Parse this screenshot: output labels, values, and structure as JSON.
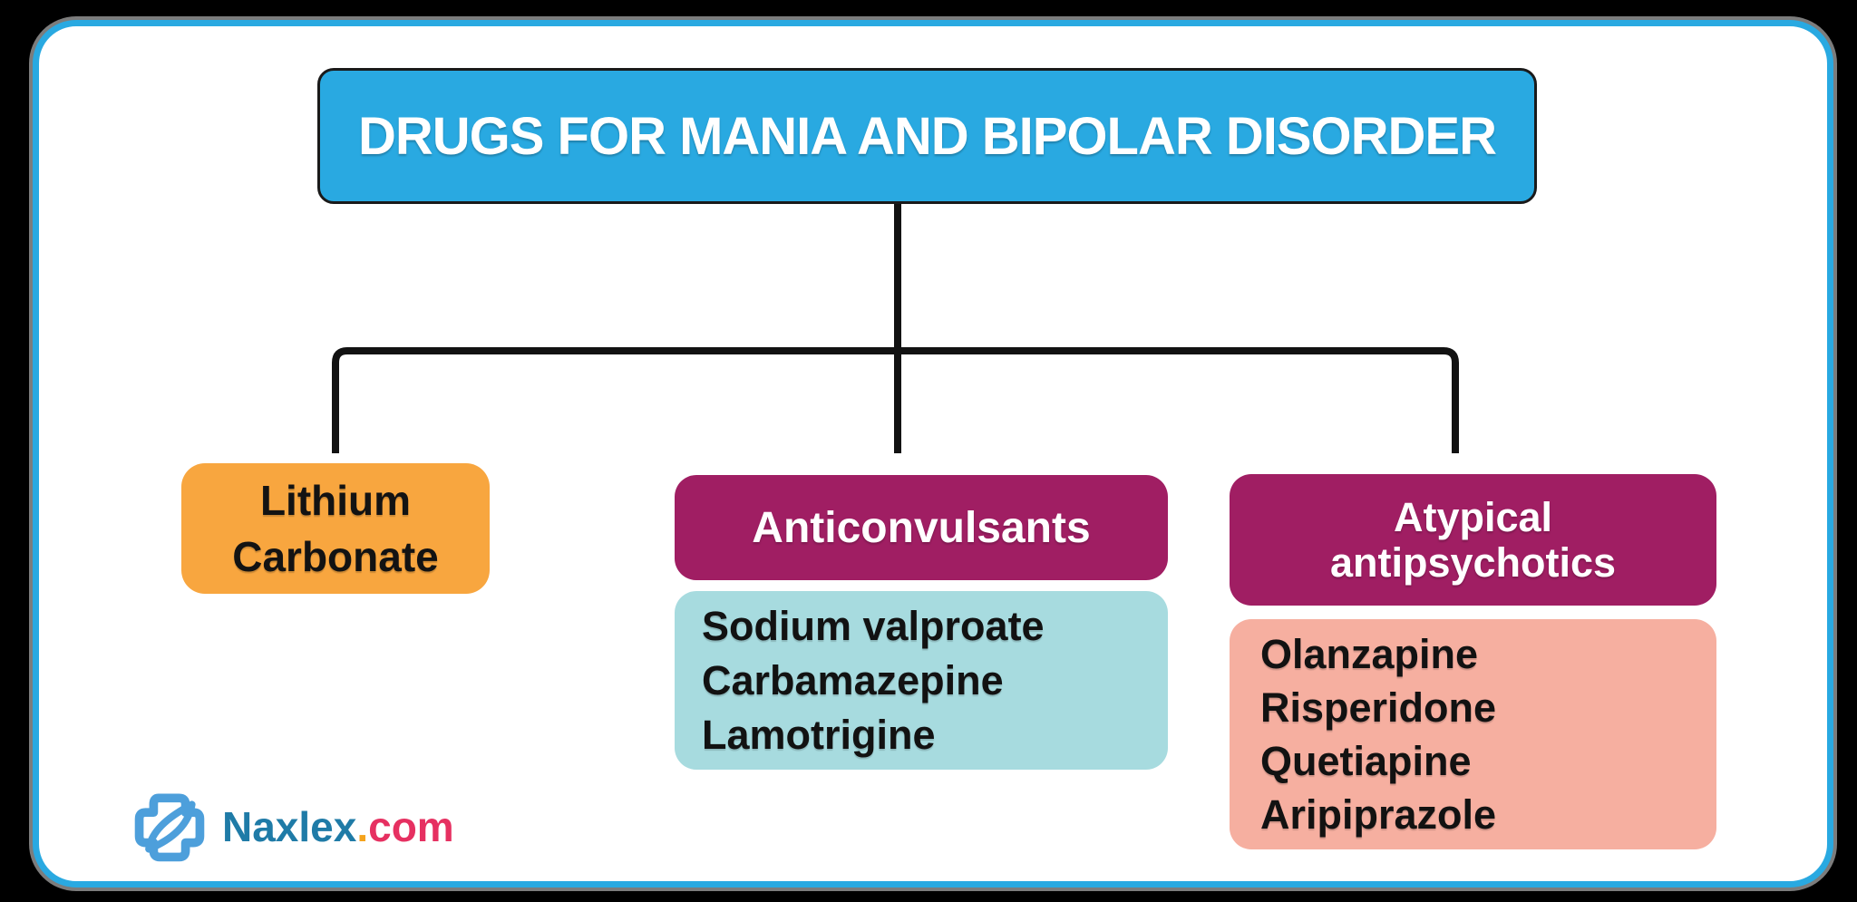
{
  "canvas": {
    "background": "#000000"
  },
  "card": {
    "background": "#FFFFFF",
    "border_color": "#29A9E1",
    "outer_ring_color": "#7C7C7C"
  },
  "title": {
    "text": "DRUGS FOR MANIA AND BIPOLAR DISORDER",
    "bg": "#29A9E1",
    "color": "#FFFFFF"
  },
  "connector": {
    "color": "#121212"
  },
  "branches": {
    "lithium": {
      "label": "Lithium Carbonate",
      "line1": "Lithium",
      "line2": "Carbonate",
      "bg": "#F8A63F",
      "color": "#131313"
    },
    "anticonvulsants": {
      "label": "Anticonvulsants",
      "bg": "#A01E63",
      "color": "#FFFFFF",
      "list_bg": "#A7DBDF",
      "items": [
        "Sodium valproate",
        "Carbamazepine",
        "Lamotrigine"
      ]
    },
    "atypical": {
      "label": "Atypical antipsychotics",
      "line1": "Atypical",
      "line2": "antipsychotics",
      "bg": "#A01E63",
      "color": "#FFFFFF",
      "list_bg": "#F6AFA0",
      "items": [
        "Olanzapine",
        "Risperidone",
        "Quetiapine",
        "Aripiprazole"
      ]
    }
  },
  "logo": {
    "name": "Naxlex",
    "dot": ".",
    "tld": "com",
    "name_color": "#1F7BA7",
    "dot_color": "#F5A31C",
    "tld_color": "#E63061",
    "icon_color": "#4D9FDB"
  }
}
